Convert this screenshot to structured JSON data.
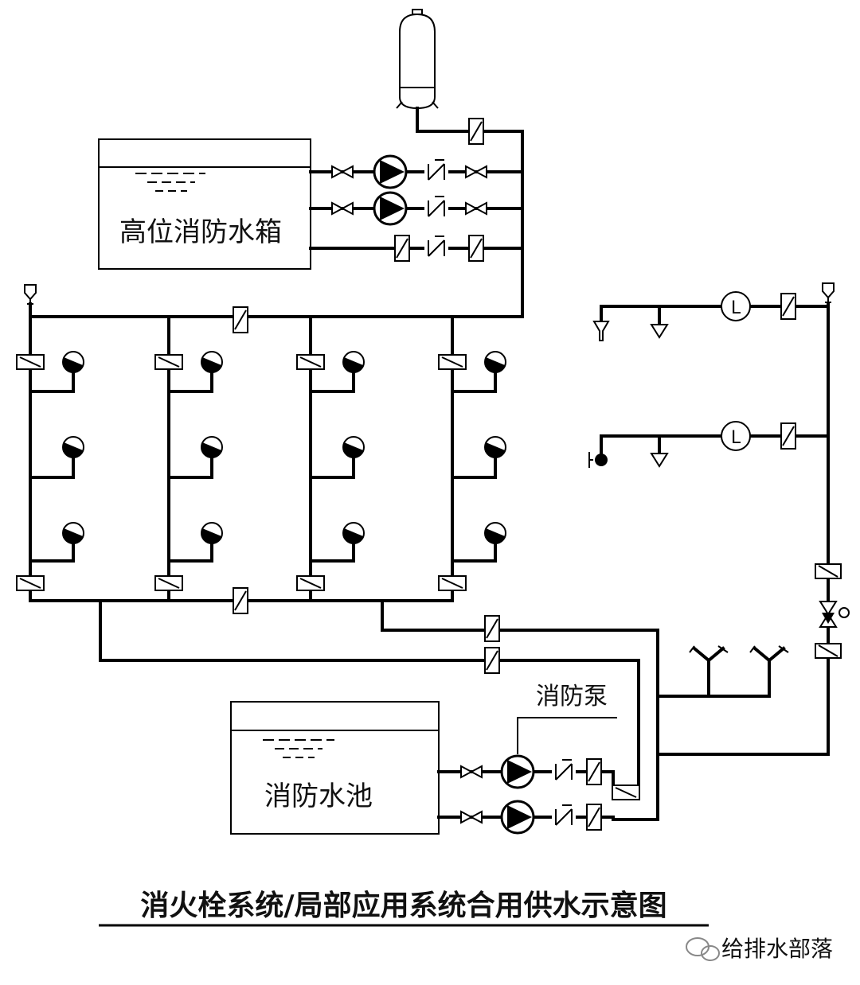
{
  "labels": {
    "high_tank": "高位消防水箱",
    "fire_pump": "消防泵",
    "pool": "消防水池",
    "caption": "消火栓系统/局部应用系统合用供水示意图",
    "watermark": "给排水部落"
  },
  "icons": {
    "pressure_tank": "pressure-tank-icon",
    "valve": "gate-valve-icon",
    "check_valve": "check-valve-icon",
    "flow_switch": "flow-switch-icon",
    "pump": "pump-icon",
    "sprinkler": "sprinkler-icon",
    "hydrant": "fire-hydrant-icon",
    "flow_indicator": "flow-indicator-L-icon",
    "exhaust_valve": "air-release-valve-icon",
    "pump_adapter": "pump-adapter-icon",
    "watermark_logo": "wechat-logo-icon"
  },
  "colors": {
    "line": "#000000",
    "background": "#ffffff"
  }
}
